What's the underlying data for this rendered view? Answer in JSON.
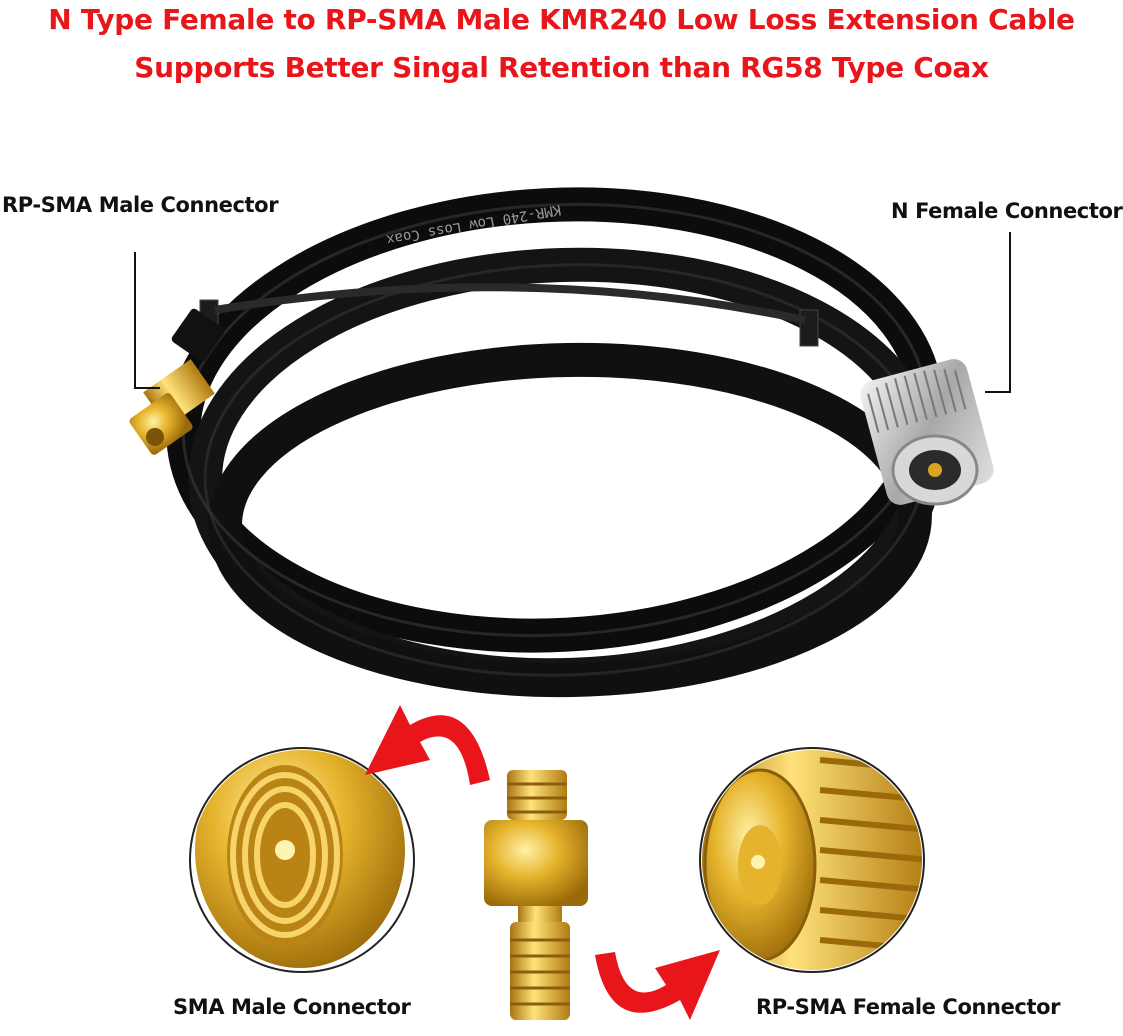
{
  "headline": {
    "line1": "N Type Female to RP-SMA Male KMR240 Low Loss Extension Cable",
    "line2": "Supports Better Singal Retention than RG58 Type Coax",
    "color": "#e8161b"
  },
  "callouts": {
    "rpsma_male": "RP-SMA Male Connector",
    "n_female": "N Female Connector",
    "sma_male": "SMA Male Connector",
    "rpsma_female": "RP-SMA Female Connector"
  },
  "cable_print": "KMR-240 Low Loss Coax",
  "colors": {
    "cable": "#101010",
    "gold": "#d9a520",
    "silver": "#c8c8c8",
    "arrow": "#e8161b"
  },
  "icons": [
    "rpsma-male-connector-icon",
    "n-female-connector-icon",
    "adapter-icon",
    "swap-arrow-icon"
  ]
}
